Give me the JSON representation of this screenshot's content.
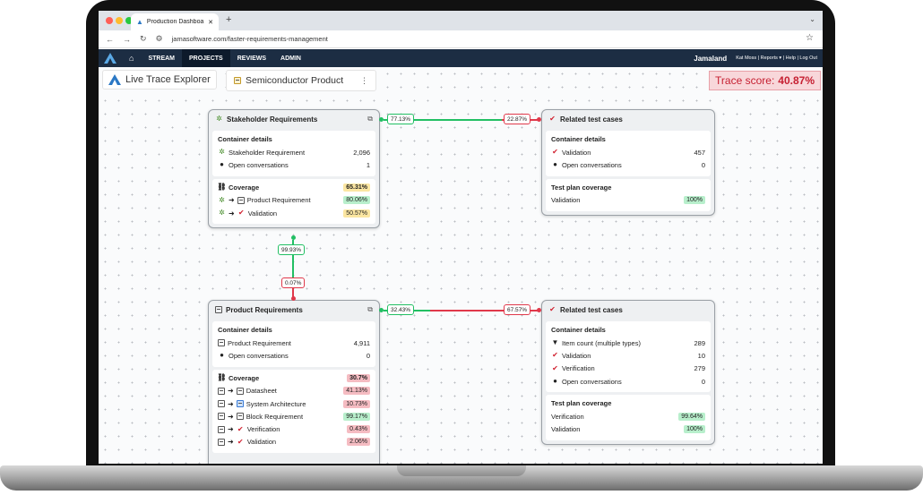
{
  "browser": {
    "tab_title": "Production Dashboa",
    "url": "jamasoftware.com/faster-requirements-management"
  },
  "nav": {
    "items": [
      "STREAM",
      "PROJECTS",
      "REVIEWS",
      "ADMIN"
    ],
    "org": "Jamaland",
    "user_links": "Kat Moss  |  Reports ▾  |  Help  |  Log Out"
  },
  "toolbar": {
    "brand": "Live Trace  Explorer",
    "project": "Semiconductor Product",
    "trace_label": "Trace score:",
    "trace_value": "40.87%"
  },
  "cards": {
    "stakeholder": {
      "title": "Stakeholder Requirements",
      "details_title": "Container details",
      "details": [
        {
          "label": "Stakeholder Requirement",
          "value": "2,096"
        },
        {
          "label": "Open conversations",
          "value": "1"
        }
      ],
      "coverage_title": "Coverage",
      "coverage_value": "65.31%",
      "coverage": [
        {
          "label": "Product Requirement",
          "value": "80.06%"
        },
        {
          "label": "Validation",
          "value": "50.57%"
        }
      ]
    },
    "related1": {
      "title": "Related test cases",
      "details_title": "Container details",
      "details": [
        {
          "label": "Validation",
          "value": "457"
        },
        {
          "label": "Open conversations",
          "value": "0"
        }
      ],
      "plan_title": "Test plan coverage",
      "plan": [
        {
          "label": "Validation",
          "value": "100%"
        }
      ]
    },
    "product": {
      "title": "Product Requirements",
      "details_title": "Container details",
      "details": [
        {
          "label": "Product Requirement",
          "value": "4,911"
        },
        {
          "label": "Open conversations",
          "value": "0"
        }
      ],
      "coverage_title": "Coverage",
      "coverage_value": "30.7%",
      "coverage": [
        {
          "label": "Datasheet",
          "value": "41.13%"
        },
        {
          "label": "System Architecture",
          "value": "10.73%"
        },
        {
          "label": "Block Requirement",
          "value": "99.17%"
        },
        {
          "label": "Verification",
          "value": "0.43%"
        },
        {
          "label": "Validation",
          "value": "2.06%"
        }
      ]
    },
    "related2": {
      "title": "Related test cases",
      "details_title": "Container details",
      "details": [
        {
          "label": "Item count (multiple types)",
          "value": "289"
        },
        {
          "label": "Validation",
          "value": "10"
        },
        {
          "label": "Verification",
          "value": "279"
        },
        {
          "label": "Open conversations",
          "value": "0"
        }
      ],
      "plan_title": "Test plan coverage",
      "plan": [
        {
          "label": "Verification",
          "value": "99.64%"
        },
        {
          "label": "Validation",
          "value": "100%"
        }
      ]
    }
  },
  "connectors": {
    "top_left": "77.13%",
    "top_right": "22.87%",
    "vert_top": "99.93%",
    "vert_bottom": "0.07%",
    "bottom_left": "32.43%",
    "bottom_right": "67.57%"
  },
  "colors": {
    "nav_bg": "#1c2d43",
    "green": "#22bf63",
    "red": "#e0384a",
    "trace_bg": "#f8d7da"
  }
}
